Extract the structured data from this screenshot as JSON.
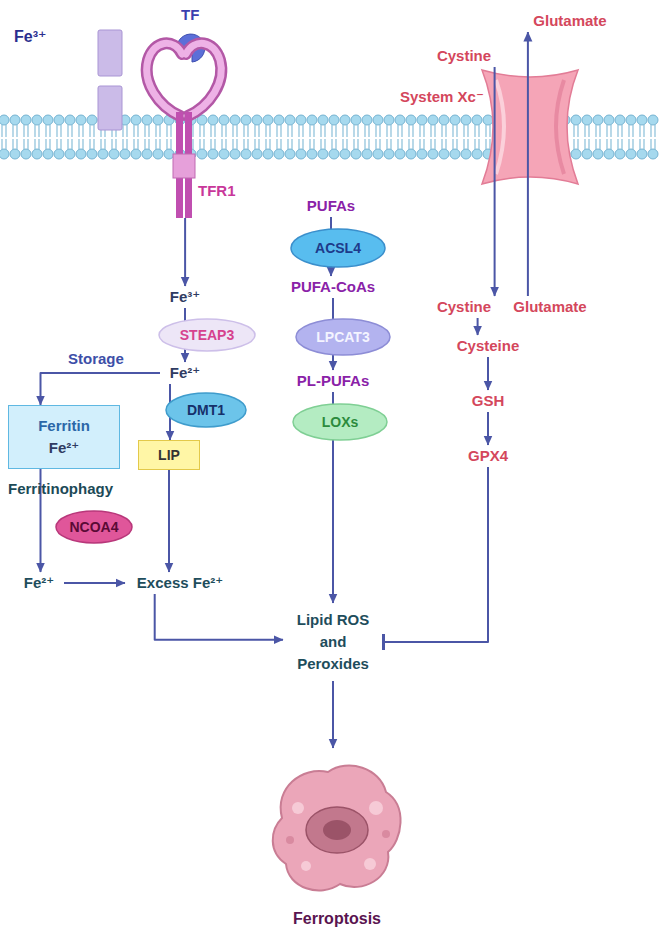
{
  "diagram": {
    "nodes": [
      {
        "text": [
          "TFR1"
        ]
      },
      {
        "text": [
          "Fe³⁺"
        ]
      },
      {
        "text": [
          "STEAP3"
        ]
      },
      {
        "text": [
          "Fe²⁺"
        ]
      },
      {
        "text": [
          "DMT1"
        ]
      },
      {
        "text": [
          "Ferritin",
          "Fe²⁺"
        ]
      },
      {
        "text": [
          "LIP"
        ]
      },
      {
        "text": [
          "NCOA4"
        ]
      },
      {
        "text": [
          "Fe²⁺"
        ]
      },
      {
        "text": [
          "Excess Fe²⁺"
        ]
      },
      {
        "text": [
          "PUFAs"
        ]
      },
      {
        "text": [
          "ACSL4"
        ]
      },
      {
        "text": [
          "PUFA-CoAs"
        ]
      },
      {
        "text": [
          "LPCAT3"
        ]
      },
      {
        "text": [
          "PL-PUFAs"
        ]
      },
      {
        "text": [
          "LOXs"
        ]
      },
      {
        "text": [
          "Lipid ROS and Peroxides"
        ]
      },
      {
        "text": [
          "Ferroptosis"
        ]
      },
      {
        "text": [
          "Cystine"
        ]
      },
      {
        "text": [
          "Glutamate"
        ]
      },
      {
        "text": [
          "System Xc⁻"
        ]
      },
      {
        "text": [
          "Cystine"
        ]
      },
      {
        "text": [
          "Glutamate"
        ]
      },
      {
        "text": [
          "Cysteine"
        ]
      },
      {
        "text": [
          "GSH"
        ]
      },
      {
        "text": [
          "GPX4"
        ]
      }
    ],
    "edges": [
      {
        "from": 0,
        "to": 1,
        "arrow": "to"
      },
      {
        "from": 1,
        "to": 3,
        "arrow": "to"
      },
      {
        "from": 3,
        "to": 5,
        "label": "Storage",
        "arrow": "to"
      },
      {
        "from": 3,
        "to": 6,
        "arrow": "to"
      },
      {
        "from": 5,
        "to": 8,
        "label": "Ferritinophagy",
        "arrow": "to"
      },
      {
        "from": 8,
        "to": 9,
        "arrow": "to"
      },
      {
        "from": 6,
        "to": 9,
        "arrow": "to"
      },
      {
        "from": 9,
        "to": 16,
        "arrow": "to"
      },
      {
        "from": 10,
        "to": 12,
        "arrow": "to"
      },
      {
        "from": 12,
        "to": 14,
        "arrow": "to"
      },
      {
        "from": 14,
        "to": 16,
        "arrow": "to"
      },
      {
        "from": 16,
        "to": 17,
        "arrow": "to"
      },
      {
        "from": 18,
        "to": 21,
        "arrow": "to"
      },
      {
        "from": 22,
        "to": 19,
        "arrow": "to"
      },
      {
        "from": 21,
        "to": 23,
        "arrow": "to"
      },
      {
        "from": 23,
        "to": 24,
        "arrow": "to"
      },
      {
        "from": 24,
        "to": 25,
        "arrow": "to"
      },
      {
        "from": 25,
        "to": 16,
        "arrow": "to"
      }
    ],
    "labels": [
      "Fe³⁺",
      "TF"
    ]
  }
}
